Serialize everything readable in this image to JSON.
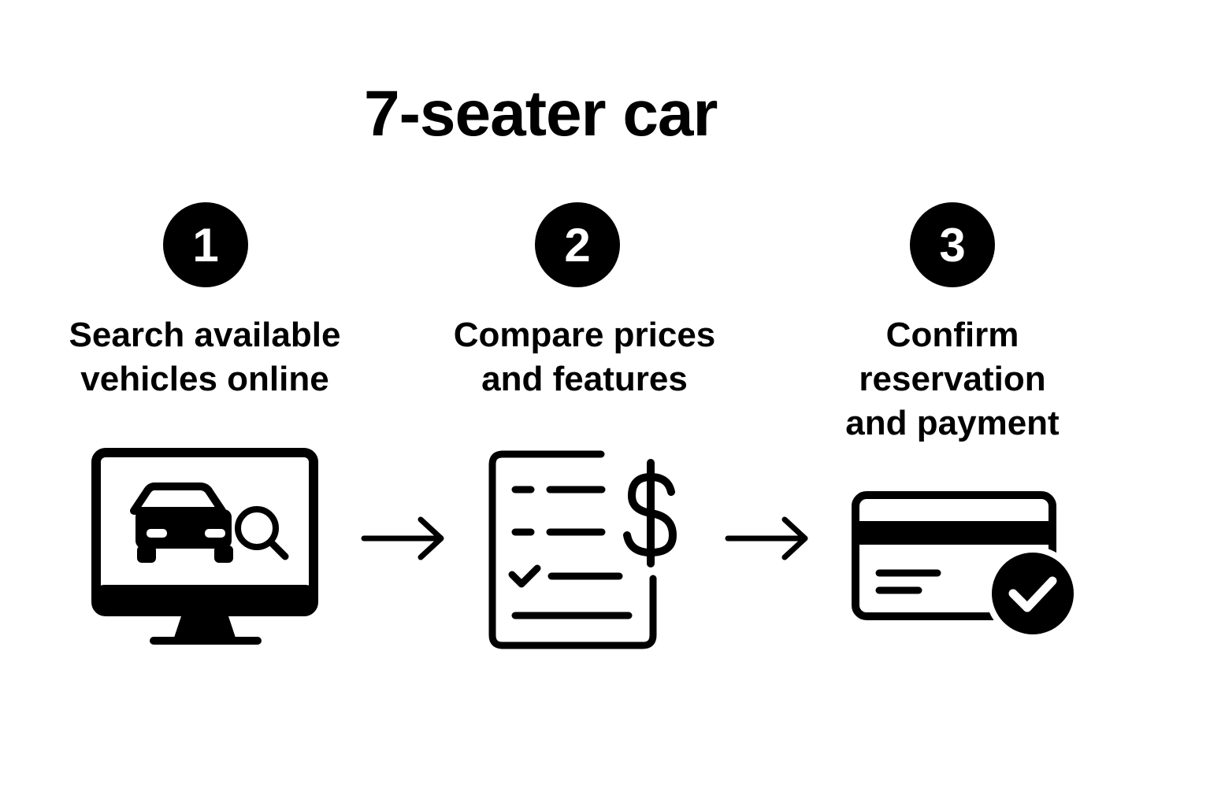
{
  "title": "7-seater car",
  "steps": [
    {
      "number": "1",
      "label": "Search available\nvehicles online",
      "icon": "monitor-car-search-icon"
    },
    {
      "number": "2",
      "label": "Compare prices\nand features",
      "icon": "checklist-dollar-icon"
    },
    {
      "number": "3",
      "label": "Confirm\nreservation\nand payment",
      "icon": "credit-card-check-icon"
    }
  ],
  "connectors": [
    "arrow-right-icon",
    "arrow-right-icon"
  ]
}
